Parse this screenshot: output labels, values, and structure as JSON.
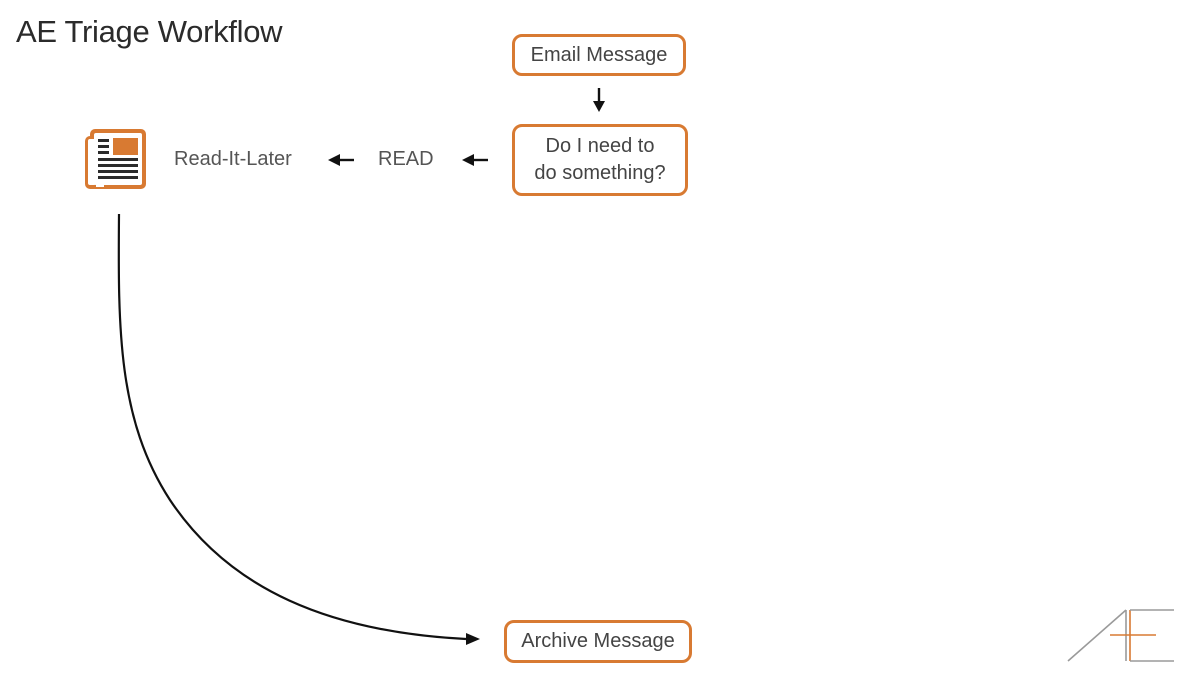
{
  "title": "AE Triage Workflow",
  "nodes": {
    "email": "Email Message",
    "decision_line1": "Do I need to",
    "decision_line2": "do something?",
    "read": "READ",
    "read_it_later": "Read-It-Later",
    "archive": "Archive Message"
  },
  "icons": {
    "newspaper": "newspaper-icon",
    "logo": "ae-logo"
  },
  "colors": {
    "accent": "#d87a32",
    "arrow": "#111111",
    "logo_gray": "#9a9a9a"
  }
}
